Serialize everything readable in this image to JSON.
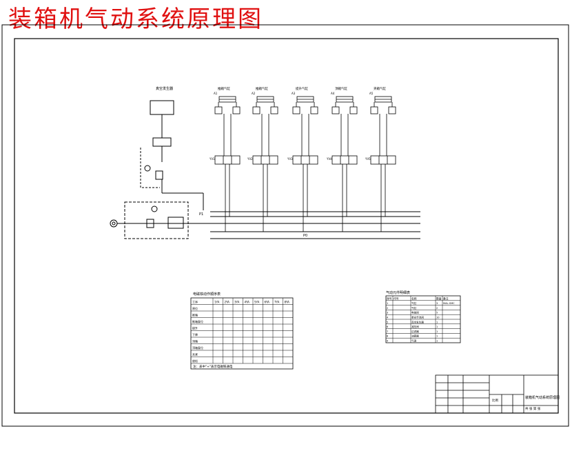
{
  "title": "装箱机气动系统原理图",
  "diagram": {
    "label_vacuum_source": "真空发生器",
    "label_p": "P1",
    "label_p_main": "P0",
    "cylinders": [
      {
        "name": "推箱气缸",
        "valve": "YV1",
        "component": "A1"
      },
      {
        "name": "推箱气缸",
        "valve": "YV2",
        "component": "A2"
      },
      {
        "name": "提升气缸",
        "valve": "YV3",
        "component": "A3"
      },
      {
        "name": "顶箱气缸",
        "valve": "YV4",
        "component": "A4"
      },
      {
        "name": "夹箱气缸",
        "valve": "YV5",
        "component": "A5"
      }
    ]
  },
  "action_table": {
    "title": "电磁铁动作顺序表",
    "headers": [
      "工序",
      "1YA",
      "2YA",
      "3YA",
      "4YA",
      "5YA",
      "6YA",
      "7YA",
      "8YA"
    ],
    "rows": [
      "原位",
      "推箱",
      "推箱复位",
      "提升",
      "下降",
      "顶箱",
      "顶箱复位",
      "夹紧",
      "放松"
    ],
    "note": "注：表中\"+\"表示电磁铁通电"
  },
  "parts_table": {
    "title": "气动元件明细表",
    "headers": [
      "序号",
      "代号",
      "名称",
      "数量",
      "备注"
    ],
    "rows": [
      [
        "1",
        "",
        "气缸",
        "3",
        "MAL-SMC"
      ],
      [
        "2",
        "",
        "气缸",
        "2",
        ""
      ],
      [
        "3",
        "",
        "电磁阀",
        "5",
        ""
      ],
      [
        "4",
        "",
        "单向节流阀",
        "10",
        ""
      ],
      [
        "5",
        "",
        "真空发生器",
        "1",
        ""
      ],
      [
        "6",
        "",
        "减压阀",
        "1",
        ""
      ],
      [
        "7",
        "",
        "过滤器",
        "1",
        ""
      ],
      [
        "8",
        "",
        "油雾器",
        "1",
        ""
      ],
      [
        "9",
        "",
        "气源",
        "1",
        ""
      ]
    ]
  },
  "title_block": {
    "drawing_name": "装箱机气动系统原理图",
    "scale": "比例",
    "sheet": "共 张 第 张"
  }
}
